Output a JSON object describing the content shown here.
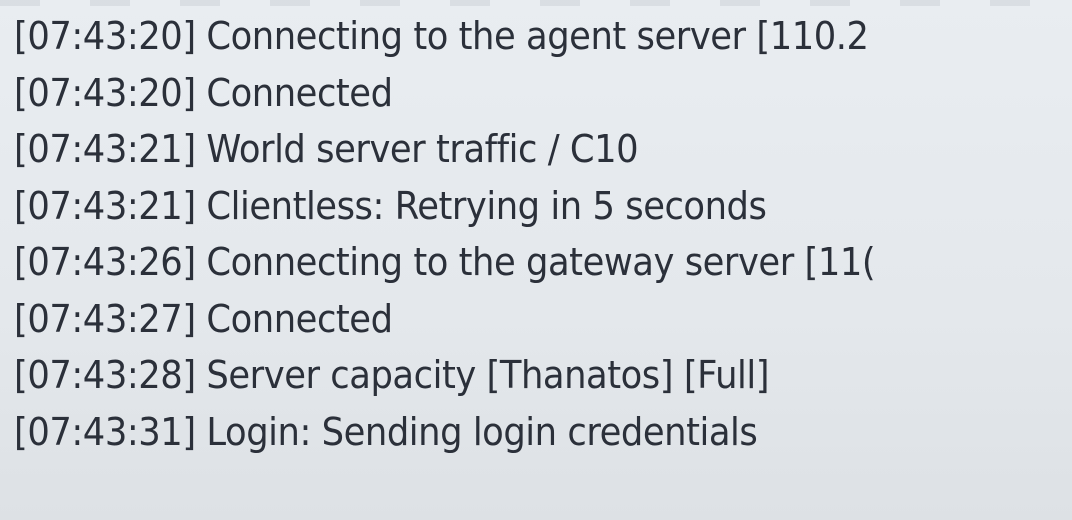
{
  "log": [
    {
      "time": "[07:43:20]",
      "message": "Connecting to the agent server [110.2"
    },
    {
      "time": "[07:43:20]",
      "message": "Connected"
    },
    {
      "time": "[07:43:21]",
      "message": "World server traffic / C10"
    },
    {
      "time": "[07:43:21]",
      "message": "Clientless: Retrying in 5 seconds"
    },
    {
      "time": "[07:43:26]",
      "message": "Connecting to the gateway server [11("
    },
    {
      "time": "[07:43:27]",
      "message": "Connected"
    },
    {
      "time": "[07:43:28]",
      "message": "Server capacity [Thanatos] [Full]"
    },
    {
      "time": "[07:43:31]",
      "message": "Login: Sending login credentials"
    }
  ]
}
